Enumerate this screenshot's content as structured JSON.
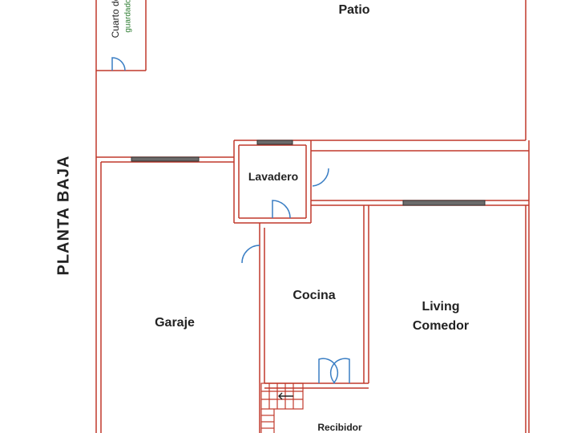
{
  "plan_title": "PLANTA BAJA",
  "rooms": {
    "patio": "Patio",
    "cuarto_line1": "Cuarto de",
    "cuarto_line2": "guardado",
    "lavadero": "Lavadero",
    "cocina": "Cocina",
    "garaje": "Garaje",
    "living_line1": "Living",
    "living_line2": "Comedor",
    "recibidor": "Recibidor"
  },
  "colors": {
    "wall": "#c0392b",
    "door": "#3a7ec4",
    "window_frame": "#333333",
    "window_fill": "#6b6b6b",
    "guardado_text": "#2e7d32",
    "stairs": "#c0392b"
  }
}
